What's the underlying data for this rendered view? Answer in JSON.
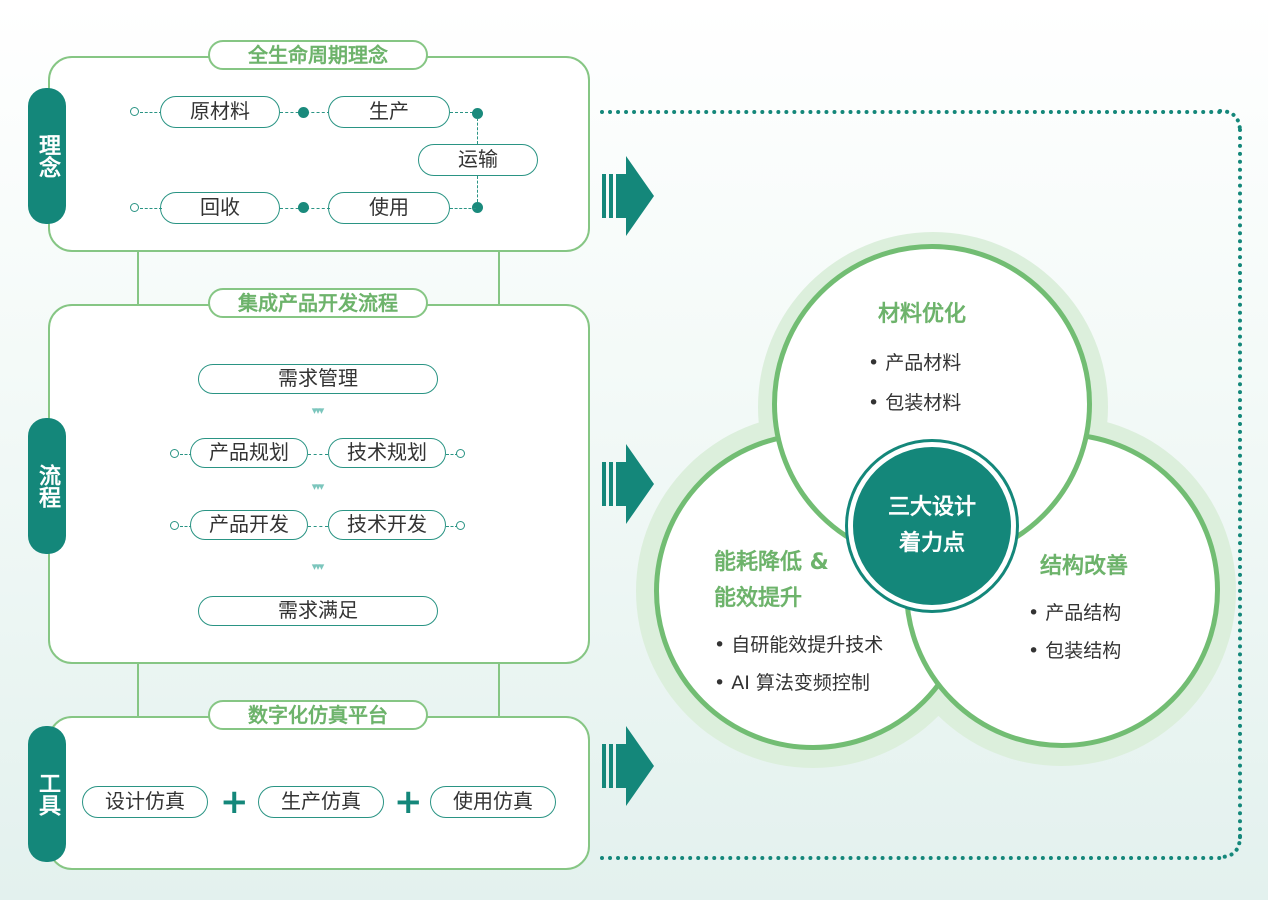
{
  "tabs": {
    "concept": "理念",
    "process": "流程",
    "tools": "工具"
  },
  "concept": {
    "title": "全生命周期理念",
    "steps": [
      "原材料",
      "生产",
      "运输",
      "使用",
      "回收"
    ]
  },
  "process": {
    "title": "集成产品开发流程",
    "requirement_mgmt": "需求管理",
    "product_plan": "产品规划",
    "tech_plan": "技术规划",
    "product_dev": "产品开发",
    "tech_dev": "技术开发",
    "requirement_met": "需求满足"
  },
  "tools": {
    "title": "数字化仿真平台",
    "items": [
      "设计仿真",
      "生产仿真",
      "使用仿真"
    ],
    "plus": "+"
  },
  "focus": {
    "center_line1": "三大设计",
    "center_line2": "着力点",
    "materials": {
      "title": "材料优化",
      "items": [
        "• 产品材料",
        "• 包装材料"
      ]
    },
    "energy": {
      "title_line1": "能耗降低 &",
      "title_line2": "能效提升",
      "items": [
        "• 自研能效提升技术",
        "• AI 算法变频控制"
      ]
    },
    "structure": {
      "title": "结构改善",
      "items": [
        "• 产品结构",
        "• 包装结构"
      ]
    }
  },
  "colors": {
    "teal": "#14877a",
    "green": "#86c684",
    "green_text": "#6db36b"
  }
}
